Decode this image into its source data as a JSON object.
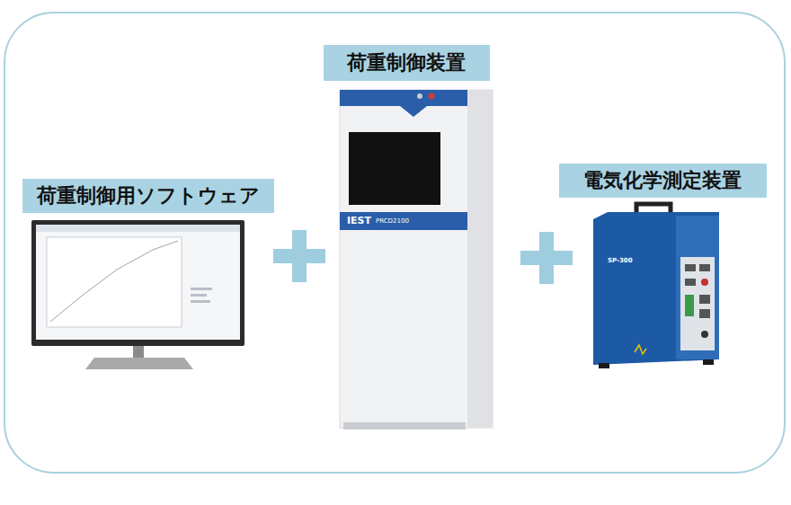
{
  "diagram": {
    "nodes": [
      {
        "text": [
          "荷重制御用ソフトウェア"
        ]
      },
      {
        "text": [
          "荷重制御装置"
        ]
      },
      {
        "text": [
          "電気化学測定装置"
        ]
      }
    ],
    "labels": [
      "IEST",
      "PRCD2100",
      "SP-300"
    ]
  }
}
